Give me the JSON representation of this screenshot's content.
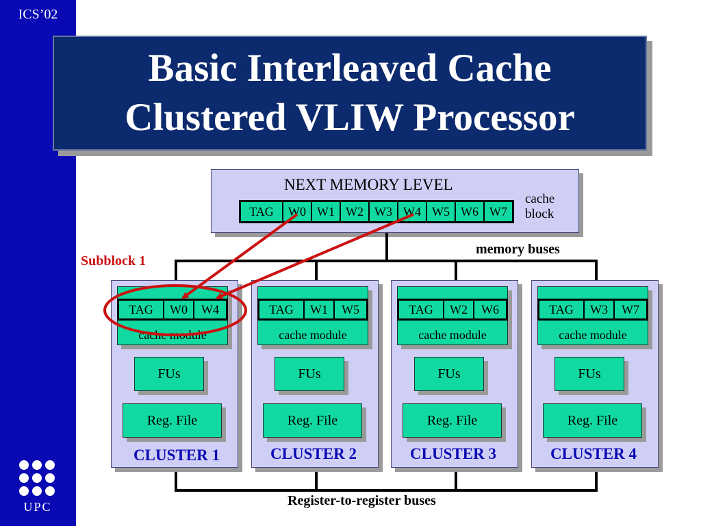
{
  "sidebar": {
    "conference": "ICS’02",
    "logo_text": "UPC"
  },
  "slide": {
    "title_line1": "Basic Interleaved Cache",
    "title_line2": "Clustered VLIW Processor"
  },
  "memory": {
    "label": "NEXT MEMORY LEVEL",
    "cache_block_line1": "cache",
    "cache_block_line2": "block",
    "block_cells": [
      "TAG",
      "W0",
      "W1",
      "W2",
      "W3",
      "W4",
      "W5",
      "W6",
      "W7"
    ]
  },
  "labels": {
    "memory_buses": "memory buses",
    "subblock": "Subblock 1",
    "register_buses": "Register-to-register buses"
  },
  "clusters": [
    {
      "name": "CLUSTER 1",
      "cells": [
        "TAG",
        "W0",
        "W4"
      ],
      "cache_module": "cache module",
      "fus": "FUs",
      "regfile": "Reg. File"
    },
    {
      "name": "CLUSTER 2",
      "cells": [
        "TAG",
        "W1",
        "W5"
      ],
      "cache_module": "cache module",
      "fus": "FUs",
      "regfile": "Reg. File"
    },
    {
      "name": "CLUSTER 3",
      "cells": [
        "TAG",
        "W2",
        "W6"
      ],
      "cache_module": "cache module",
      "fus": "FUs",
      "regfile": "Reg. File"
    },
    {
      "name": "CLUSTER 4",
      "cells": [
        "TAG",
        "W3",
        "W7"
      ],
      "cache_module": "cache module",
      "fus": "FUs",
      "regfile": "Reg. File"
    }
  ],
  "colors": {
    "sidebar": "#0a0ab4",
    "title_bg": "#0c2a6e",
    "panel": "#cfcff6",
    "module": "#10d9a1",
    "cluster_label": "#0a0ab4",
    "highlight": "#cc1111"
  }
}
